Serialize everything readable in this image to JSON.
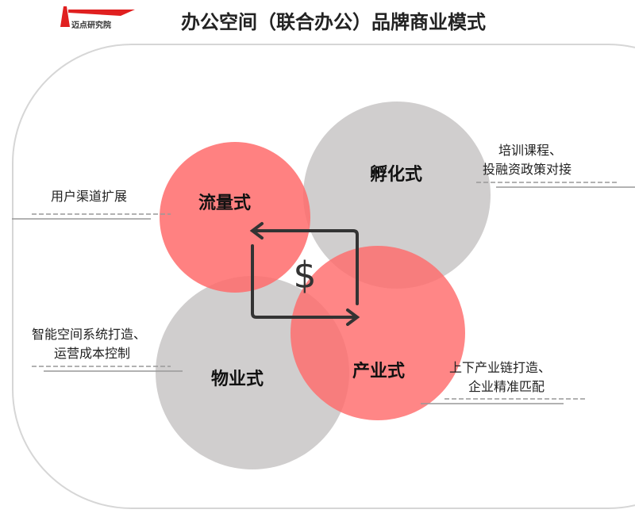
{
  "header": {
    "title": "办公空间（联合办公）品牌商业模式",
    "logo_text": "迈点研究院"
  },
  "circles": [
    {
      "label": "流量式",
      "note": "用户渠道扩展",
      "color": "#ff6b6b"
    },
    {
      "label": "孵化式",
      "note_lines": [
        "培训课程、",
        "投融资政策对接"
      ],
      "color": "#c8c6c6"
    },
    {
      "label": "物业式",
      "note_lines": [
        "智能空间系统打造、",
        "运营成本控制"
      ],
      "color": "#c8c6c6"
    },
    {
      "label": "产业式",
      "note_lines": [
        "上下产业链打造、",
        "企业精准匹配"
      ],
      "color": "#ff6b6b"
    }
  ],
  "center_icon": "dollar-exchange-icon"
}
